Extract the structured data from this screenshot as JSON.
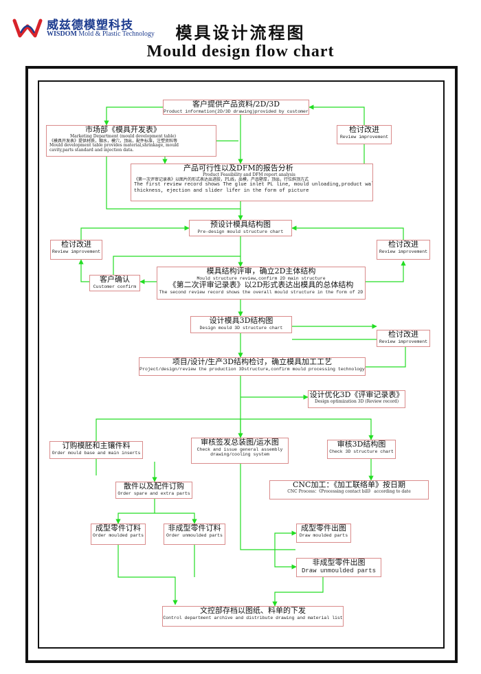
{
  "header": {
    "brand_cn": "威兹德模塑科技",
    "brand_en_bold": "WISDOM",
    "brand_en_rest": " Mold & Plastic Technology",
    "title_cn": "模具设计流程图",
    "title_en": "Mould design flow chart"
  },
  "colors": {
    "arrow": "#22dd22",
    "box_border": "#d98a8a",
    "brand": "#1d3c8f",
    "logo_red": "#d8232a"
  },
  "nodes": {
    "customer_info": {
      "cn": "客户提供产品资料/2D/3D",
      "en": "Product information(2D/3D drawing)provided by customer"
    },
    "review1": {
      "cn": "检讨改进",
      "en": "Review improvement"
    },
    "marketing": {
      "cn": "市场部《模具开发表》",
      "en1": "Marketing Department (mould development table)",
      "en2": "《模具开发表》提供材质，缩水，模穴，顶出，配件标准，注塑资料等",
      "en3": "Mould development table provides material,shrinkage, mould",
      "en4": "cavity,parts standard and injection data."
    },
    "feasibility": {
      "cn": "产品可行性以及DFM的报告分析",
      "en1": "Product Feasibility and DFM report analysis",
      "en2": "《第一次评审记录表》以图片的形式表达出进胶，PL线，出模，产品壁厚，顶出，行位斜顶方式",
      "en3": "The first review record shows The glue inlet PL line, mould unloading,product wall",
      "en4": "thickness, ejection and slider lifer in the form of picture"
    },
    "predesign": {
      "cn": "预设计模具结构图",
      "en": "Pre-design mould structure chart"
    },
    "review2": {
      "cn": "检讨改进",
      "en": "Review improvement"
    },
    "review3": {
      "cn": "检讨改进",
      "en": "Review improvement"
    },
    "customer_confirm": {
      "cn": "客户确认",
      "en": "Customer confirm"
    },
    "structure_review": {
      "cn1": "模具结构评审，确立2D主体结构",
      "en1": "Mould structure review,confirm 2D main structure",
      "cn2": "《第二次评审记录表》以2D形式表达出模具的总体结构",
      "en2": "The second review record shows the overall mould structure in the form of 2D"
    },
    "design3d": {
      "cn": "设计模具3D结构图",
      "en": "Design mould 3D structure chart"
    },
    "review4": {
      "cn": "检讨改进",
      "en": "Review improvement"
    },
    "project_review": {
      "cn": "项目/设计/生产3D结构检讨，确立模具加工工艺",
      "en": "Project/design/review the production 3Dstructure,confirm mould processing technology"
    },
    "optimize3d": {
      "cn": "设计优化3D《评审记录表》",
      "en": "Design optimization 3D (Review record)"
    },
    "order_base": {
      "cn": "订购模胚和主镶件料",
      "en": "Order mould base and main inserts"
    },
    "check_assembly": {
      "cn": "审核签发总装图/运水图",
      "en1": "Check and issue general assembly",
      "en2": "drawing/cooling system"
    },
    "check3d": {
      "cn": "审核3D结构图",
      "en": "Check 3D structure chart"
    },
    "spare_parts": {
      "cn": "散件以及配件订购",
      "en": "Order spare and extra parts"
    },
    "cnc": {
      "cn": "CNC加工：《加工联络单》按日期",
      "en": "CNC Process：《Processing contact bill》 according to date"
    },
    "order_moulded": {
      "cn": "成型零件订料",
      "en": "Order moulded parts"
    },
    "order_unmoulded": {
      "cn": "非成型零件订料",
      "en": "Order unmoulded parts"
    },
    "draw_moulded": {
      "cn": "成型零件出图",
      "en": "Draw moulded parts"
    },
    "draw_unmoulded": {
      "cn": "非成型零件出图",
      "en": "Draw unmoulded parts"
    },
    "archive": {
      "cn": "文控部存档以图纸、料单的下发",
      "en": "Control department archive and distribute drawing and material list"
    }
  }
}
